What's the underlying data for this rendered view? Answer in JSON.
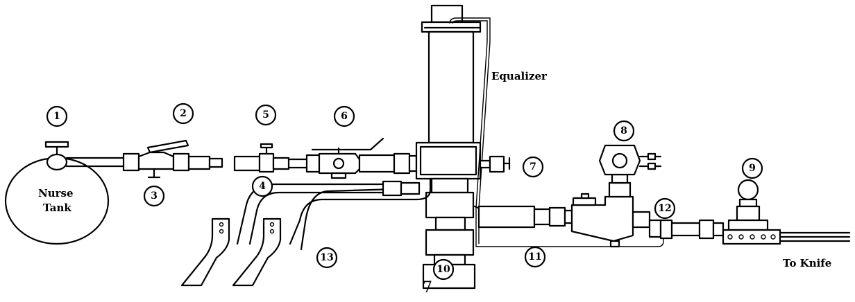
{
  "labels": {
    "tank_line1": "Nurse",
    "tank_line2": "Tank",
    "equalizer": "Equalizer",
    "to_knife": "To Knife"
  },
  "callouts": [
    "1",
    "2",
    "3",
    "4",
    "5",
    "6",
    "7",
    "8",
    "9",
    "10",
    "11",
    "12",
    "13"
  ],
  "page_number": "7"
}
